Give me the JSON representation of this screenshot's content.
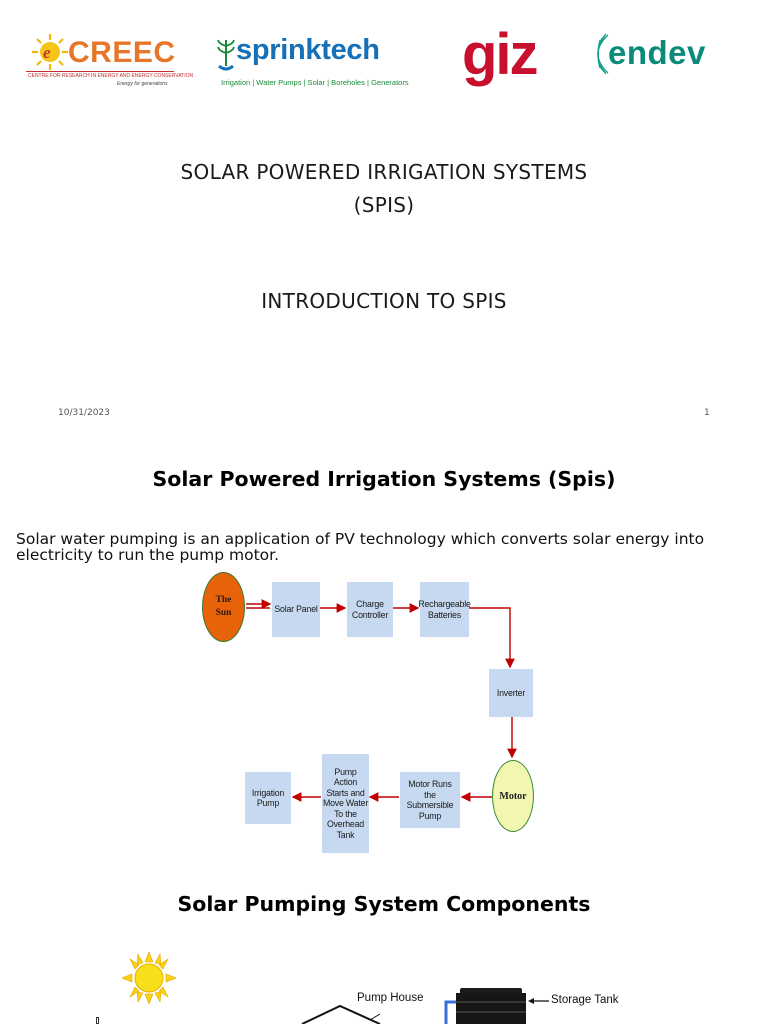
{
  "slide1": {
    "logos": {
      "creec": {
        "name": "CREEC",
        "tagline": "CENTRE FOR RESEARCH IN ENERGY AND ENERGY CONSERVATION",
        "subline": "Energy for generations"
      },
      "sprinktech": {
        "name": "sprinktech",
        "tagline": "Irrigation | Water Pumps | Solar | Boreholes | Generators"
      },
      "giz": {
        "name": "giz"
      },
      "endev": {
        "name": "endev"
      }
    },
    "title_line1": "SOLAR POWERED IRRIGATION SYSTEMS",
    "title_line2": "(SPIS)",
    "subtitle": "INTRODUCTION TO SPIS",
    "date": "10/31/2023",
    "page_number": "1"
  },
  "slide2": {
    "heading": "Solar Powered Irrigation Systems (Spis)",
    "body": "Solar water pumping is an application of PV technology which converts solar energy into electricity to run the pump motor.",
    "flow": {
      "sun_line1": "The",
      "sun_line2": "Sun",
      "solar_panel": "Solar Panel",
      "charge_controller_l1": "Charge",
      "charge_controller_l2": "Controller",
      "batteries_l1": "Rechargeable",
      "batteries_l2": "Batteries",
      "inverter": "Inverter",
      "motor": "Motor",
      "motor_runs_l1": "Motor Runs",
      "motor_runs_l2": "the Submersible",
      "motor_runs_l3": "Pump",
      "pump_action_l1": "Pump Action",
      "pump_action_l2": "Starts and",
      "pump_action_l3": "Move Water",
      "pump_action_l4": "To the",
      "pump_action_l5": "Overhead",
      "pump_action_l6": "Tank",
      "irrigation_l1": "Irrigation",
      "irrigation_l2": "Pump"
    },
    "colors": {
      "arrow": "#c00000",
      "box": "#c6d9f0",
      "sun": "#e8620a",
      "motor": "#f3f6b0"
    }
  },
  "slide3": {
    "heading": "Solar Pumping System Components",
    "pump_house_label": "Pump House",
    "storage_tank_label": "Storage Tank"
  }
}
